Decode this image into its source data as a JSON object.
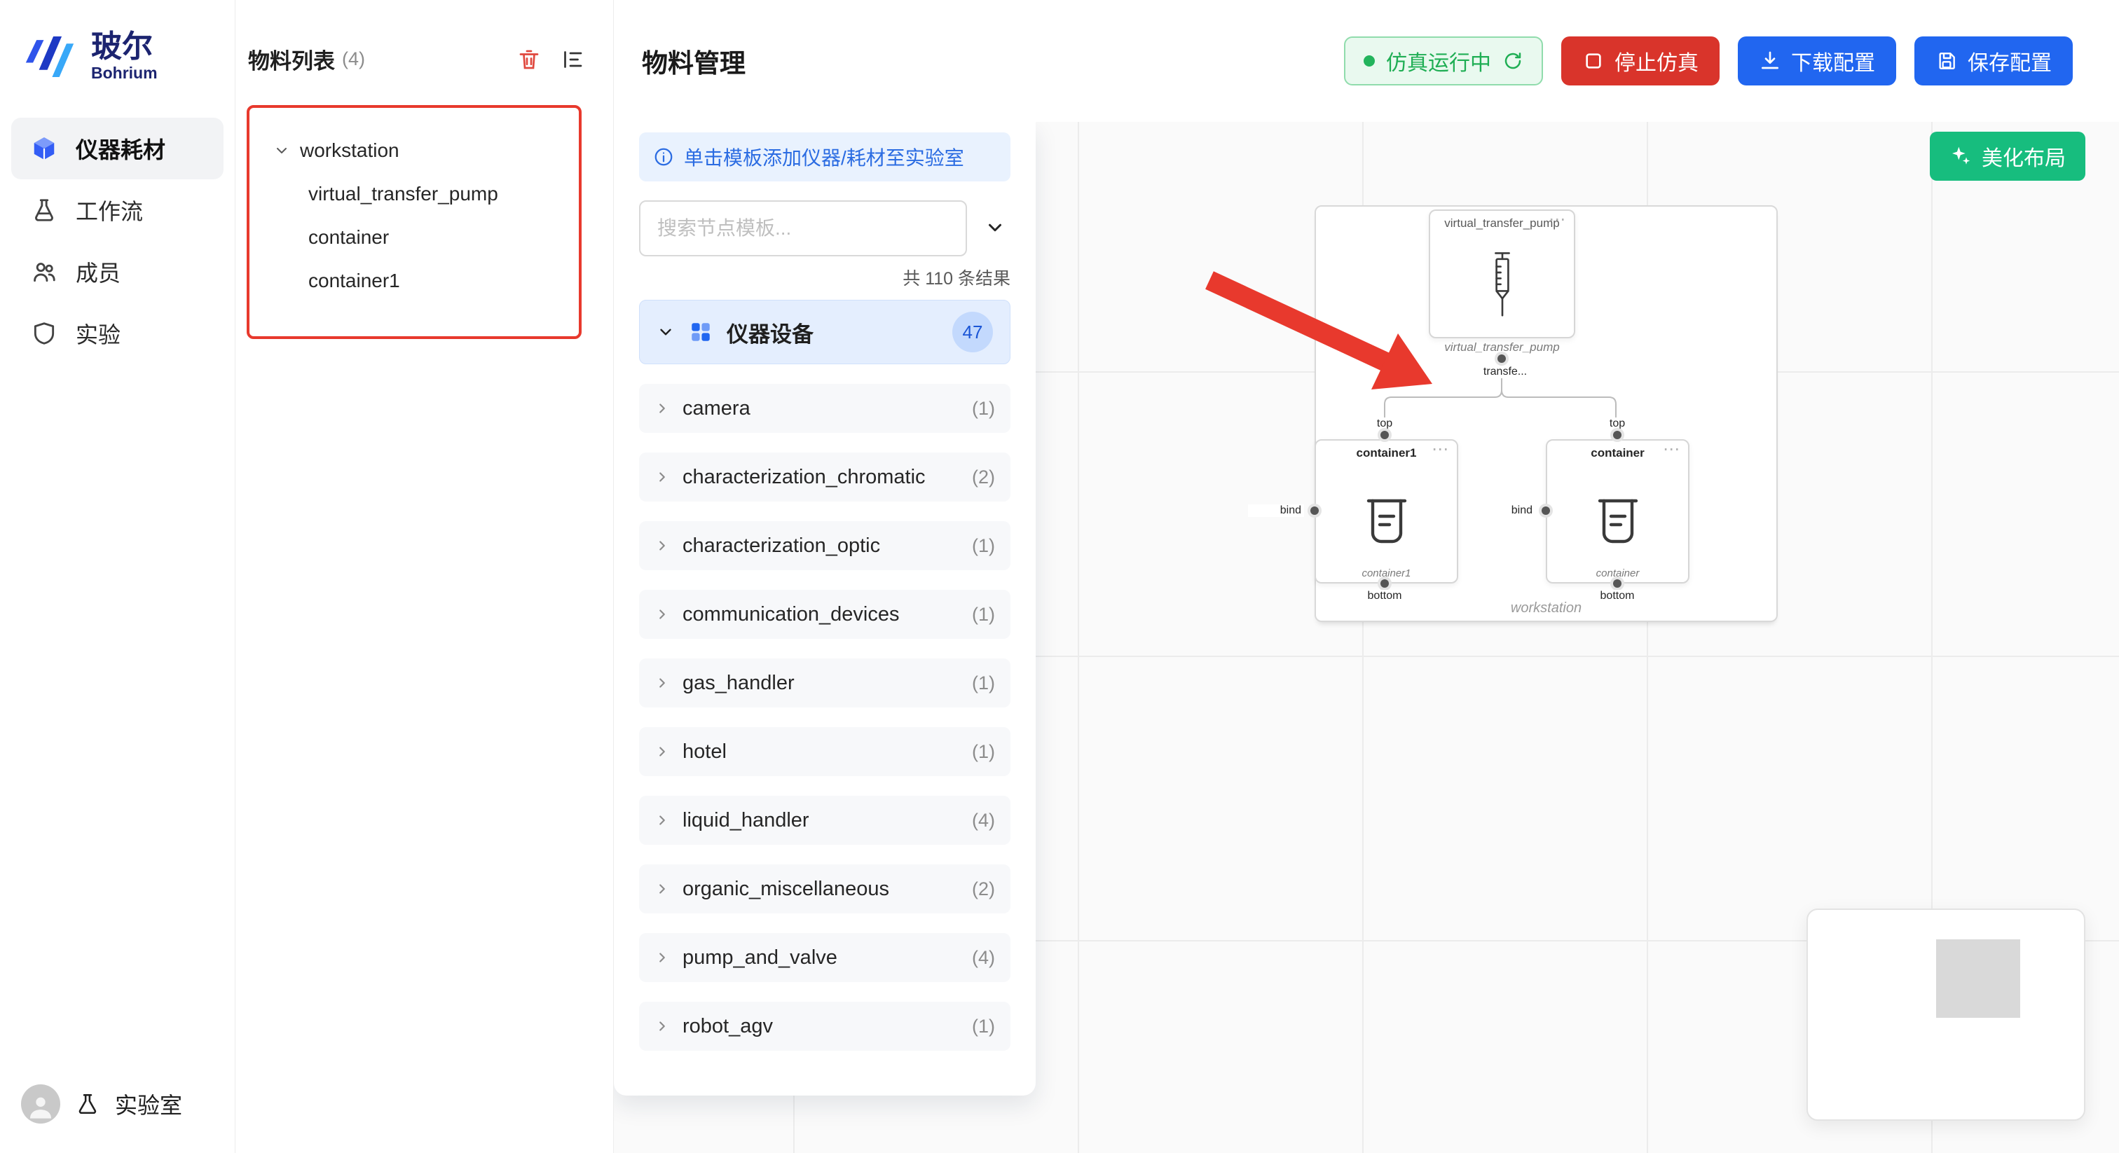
{
  "colors": {
    "accent_blue": "#2166f0",
    "danger_red": "#d9342b",
    "success_green": "#1fae54",
    "beautify_green": "#17bd7e",
    "annotation_red": "#e8392d"
  },
  "brand": {
    "name": "玻尔",
    "subtitle": "Bohrium"
  },
  "sidebar": {
    "items": [
      {
        "label": "仪器耗材"
      },
      {
        "label": "工作流"
      },
      {
        "label": "成员"
      },
      {
        "label": "实验"
      }
    ],
    "footer_label": "实验室"
  },
  "material_list": {
    "title": "物料列表",
    "count": "(4)",
    "tree": {
      "root": "workstation",
      "children": [
        "virtual_transfer_pump",
        "container",
        "container1"
      ]
    }
  },
  "header": {
    "title": "物料管理",
    "status_pill": "仿真运行中",
    "stop_button": "停止仿真",
    "download_button": "下载配置",
    "save_button": "保存配置"
  },
  "template_panel": {
    "hint": "单击模板添加仪器/耗材至实验室",
    "search_placeholder": "搜索节点模板...",
    "results_summary": "共 110 条结果",
    "category": {
      "label": "仪器设备",
      "count": "47"
    },
    "items": [
      {
        "label": "camera",
        "count": "(1)"
      },
      {
        "label": "characterization_chromatic",
        "count": "(2)"
      },
      {
        "label": "characterization_optic",
        "count": "(1)"
      },
      {
        "label": "communication_devices",
        "count": "(1)"
      },
      {
        "label": "gas_handler",
        "count": "(1)"
      },
      {
        "label": "hotel",
        "count": "(1)"
      },
      {
        "label": "liquid_handler",
        "count": "(4)"
      },
      {
        "label": "organic_miscellaneous",
        "count": "(2)"
      },
      {
        "label": "pump_and_valve",
        "count": "(4)"
      },
      {
        "label": "robot_agv",
        "count": "(1)"
      }
    ]
  },
  "canvas": {
    "beautify_button": "美化布局",
    "group": {
      "label": "workstation"
    },
    "nodes": {
      "pump": {
        "title": "virtual_transfer_pump",
        "caption": "virtual_transfer_pump",
        "port_label": "transfe..."
      },
      "container1": {
        "title": "container1",
        "caption": "container1",
        "port_top": "top",
        "port_bottom": "bottom",
        "port_bind": "bind"
      },
      "container": {
        "title": "container",
        "caption": "container",
        "port_top": "top",
        "port_bottom": "bottom",
        "port_bind": "bind"
      }
    }
  },
  "icons": {
    "more_horizontal": "⋯"
  }
}
